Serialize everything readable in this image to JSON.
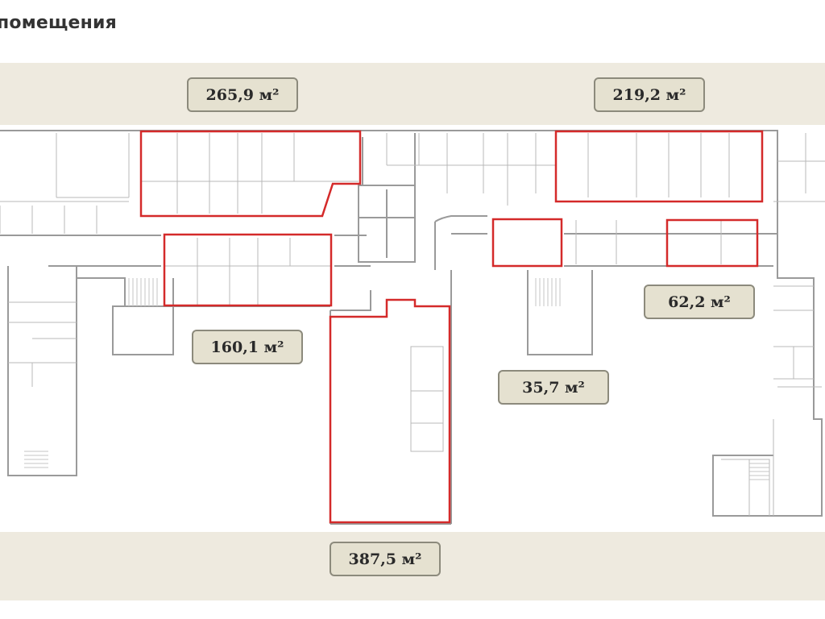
{
  "title": "помещения",
  "areas": [
    {
      "label": "265,9 м²"
    },
    {
      "label": "219,2 м²"
    },
    {
      "label": "160,1 м²"
    },
    {
      "label": "62,2 м²"
    },
    {
      "label": "35,7 м²"
    },
    {
      "label": "387,5 м²"
    }
  ],
  "colors": {
    "highlight": "#d42a2a",
    "band": "#eeeadf",
    "label_bg": "#e5e1d0"
  }
}
